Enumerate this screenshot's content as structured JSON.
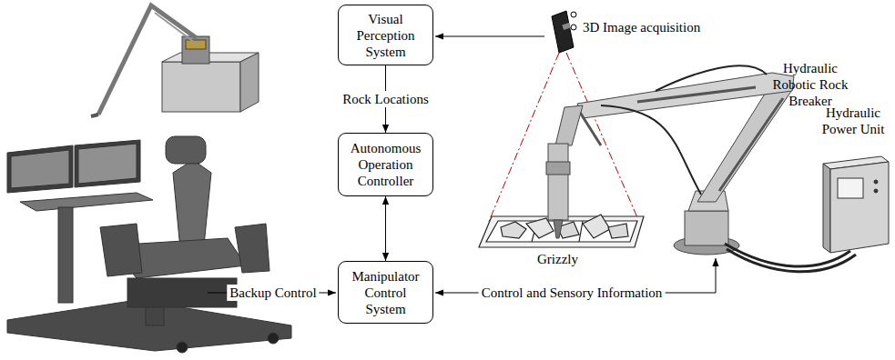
{
  "diagram": {
    "nodes": [
      {
        "text": [
          "Visual Perception System"
        ]
      },
      {
        "text": [
          "Autonomous Operation Controller"
        ]
      },
      {
        "text": [
          "Manipulator Control System"
        ]
      }
    ],
    "edges": [
      {
        "from": 0,
        "to": 1,
        "label": "Rock Locations",
        "arrow": "to"
      },
      {
        "from": 1,
        "to": 2,
        "arrow": "both"
      }
    ],
    "labels": [
      "3D Image acquisition",
      "Hydraulic Robotic Rock Breaker",
      "Hydraulic Power Unit",
      "Grizzly",
      "Backup Control",
      "Control and Sensory Information"
    ]
  }
}
